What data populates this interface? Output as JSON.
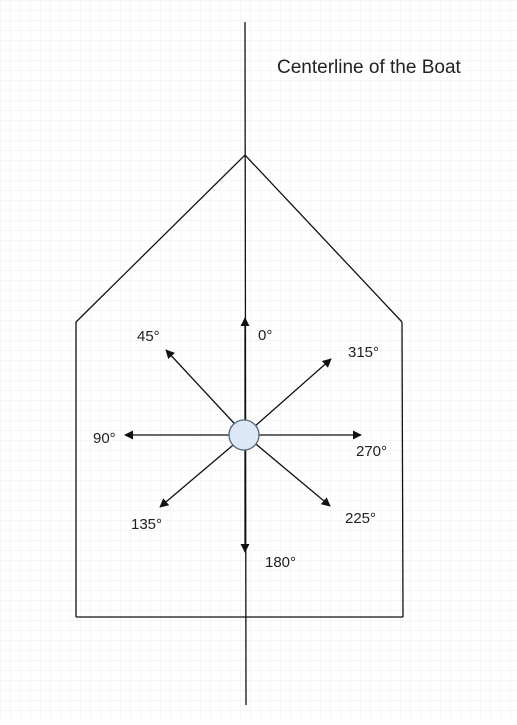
{
  "diagram": {
    "title": "Centerline of the Boat",
    "angles": [
      {
        "key": "a0",
        "label": "0°"
      },
      {
        "key": "a45",
        "label": "45°"
      },
      {
        "key": "a90",
        "label": "90°"
      },
      {
        "key": "a135",
        "label": "135°"
      },
      {
        "key": "a180",
        "label": "180°"
      },
      {
        "key": "a225",
        "label": "225°"
      },
      {
        "key": "a270",
        "label": "270°"
      },
      {
        "key": "a315",
        "label": "315°"
      }
    ]
  },
  "colors": {
    "stroke": "#111111",
    "hub_fill": "#dce8f5",
    "hub_stroke": "#556677",
    "text": "#222222"
  }
}
